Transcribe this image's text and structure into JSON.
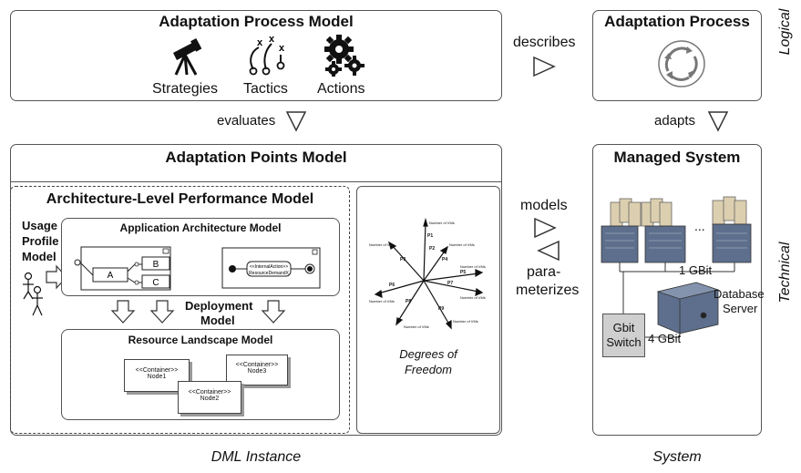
{
  "adaptation_process_model": {
    "title": "Adaptation Process Model",
    "strategies": "Strategies",
    "tactics": "Tactics",
    "actions": "Actions"
  },
  "adaptation_process": {
    "title": "Adaptation Process"
  },
  "relations": {
    "describes": "describes",
    "evaluates": "evaluates",
    "adapts": "adapts",
    "models": "models",
    "parameterizes_1": "para-",
    "parameterizes_2": "meterizes"
  },
  "adaptation_points_model": {
    "title": "Adaptation Points Model"
  },
  "architecture_model": {
    "title": "Architecture-Level Performance Model",
    "usage_profile": [
      "Usage",
      "Profile",
      "Model"
    ],
    "application_architecture": {
      "title": "Application Architecture Model",
      "component_a": "A",
      "component_b": "B",
      "component_c": "C",
      "internal_action_1": "<<InternalAction>>",
      "internal_action_2": "ResourceDemandX"
    },
    "deployment_1": "Deployment",
    "deployment_2": "Model",
    "resource_landscape": {
      "title": "Resource Landscape Model",
      "stereotype": "<<Container>>",
      "node1": "Node1",
      "node2": "Node2",
      "node3": "Node3"
    }
  },
  "degrees_of_freedom": {
    "label_1": "Degrees of",
    "label_2": "Freedom",
    "axis_labels": [
      "P1",
      "P2",
      "P3",
      "P4",
      "P5",
      "P6",
      "P7",
      "P8",
      "P9"
    ]
  },
  "managed_system": {
    "title": "Managed System",
    "ellipsis": "...",
    "link_1gbit": "1 GBit",
    "switch_1": "Gbit",
    "switch_2": "Switch",
    "link_4gbit": "4 GBit",
    "database_1": "Database",
    "database_2": "Server"
  },
  "side_labels": {
    "logical": "Logical",
    "technical": "Technical"
  },
  "bottom_labels": {
    "dml": "DML Instance",
    "system": "System"
  },
  "colors": {
    "server_blue": "#5d6f8c",
    "server_tan": "#dccfb0",
    "switch_gray": "#cfcfcf",
    "border": "#555555"
  }
}
